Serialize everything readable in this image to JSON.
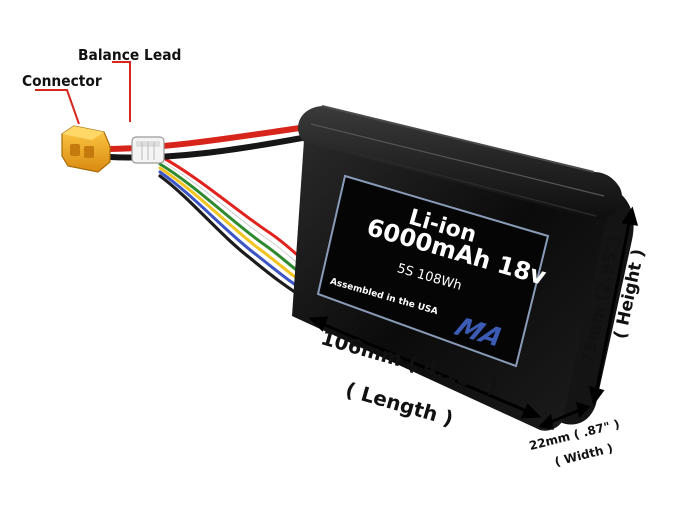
{
  "callouts": {
    "balance_lead": "Balance Lead",
    "connector": "Connector"
  },
  "battery": {
    "chemistry": "Li-ion",
    "capacity_voltage": "6000mAh 18v",
    "config_energy": "5S 108Wh",
    "assembled": "Assembled in the USA",
    "logo_letters": "MA"
  },
  "dimensions": {
    "length_line1": "106mm ( 4.18\" )",
    "length_line2": "( Length )",
    "height_line1": "75mm (2.95\")",
    "height_line2": "( Height )",
    "width_line1": "22mm ( .87\" )",
    "width_line2": "( Width )"
  },
  "colors": {
    "battery_body": "#0a0a0a",
    "label_border": "#8a9bb8",
    "connector_yellow": "#f2a81d",
    "wire_red": "#d8251c",
    "wire_black": "#1a1a1a",
    "dimension_arrow": "#000000",
    "logo_blue": "#3b5bb5"
  }
}
